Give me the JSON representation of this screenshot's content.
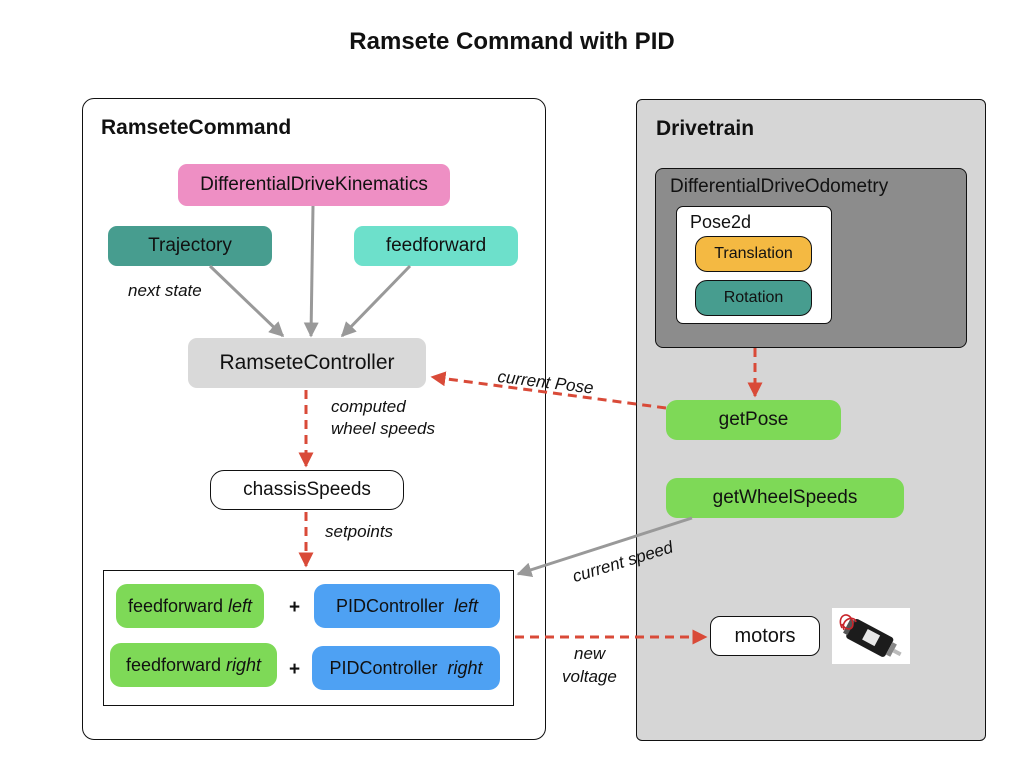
{
  "title": "Ramsete Command with PID",
  "panels": {
    "ramsete_command": "RamseteCommand",
    "drivetrain": "Drivetrain"
  },
  "nodes": {
    "ddk": "DifferentialDriveKinematics",
    "trajectory": "Trajectory",
    "feedforward": "feedforward",
    "ramsete_controller": "RamseteController",
    "chassis_speeds": "chassisSpeeds",
    "ff_left": {
      "prefix": "feedforward",
      "side": "left"
    },
    "pid_left": {
      "prefix": "PIDController",
      "side": "left"
    },
    "ff_right": {
      "prefix": "feedforward",
      "side": "right"
    },
    "pid_right": {
      "prefix": "PIDController",
      "side": "right"
    },
    "plus": "+",
    "odometry": "DifferentialDriveOdometry",
    "pose2d": "Pose2d",
    "translation": "Translation",
    "rotation": "Rotation",
    "get_pose": "getPose",
    "get_wheel_speeds": "getWheelSpeeds",
    "motors": "motors"
  },
  "edge_labels": {
    "next_state": "next state",
    "computed_wheel_speeds": [
      "computed",
      "wheel speeds"
    ],
    "setpoints": "setpoints",
    "current_pose": "current Pose",
    "current_speed": "current speed",
    "new_voltage": [
      "new",
      "voltage"
    ]
  },
  "colors": {
    "data_flow_arrow": "#d94a38",
    "input_arrow": "#999999",
    "kinematics": "#ee8fc4",
    "trajectory": "#479d8f",
    "feedforward": "#6de0cb",
    "controller": "#d9d9d9",
    "green_node": "#7ed957",
    "blue_node": "#4ea1f3",
    "translation": "#f4b942",
    "drivetrain_bg": "#d6d6d6",
    "odometry_bg": "#8c8c8c"
  }
}
